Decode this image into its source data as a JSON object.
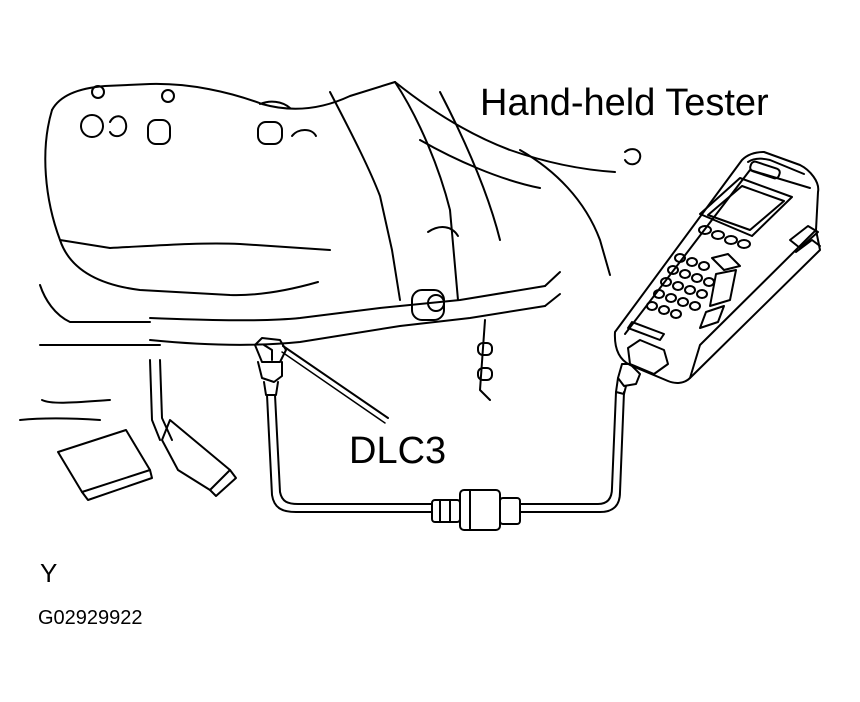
{
  "labels": {
    "tester": "Hand-held Tester",
    "connector": "DLC3",
    "view_marker": "Y",
    "figure_id": "G02929922"
  },
  "colors": {
    "line": "#000000",
    "background": "#ffffff"
  }
}
